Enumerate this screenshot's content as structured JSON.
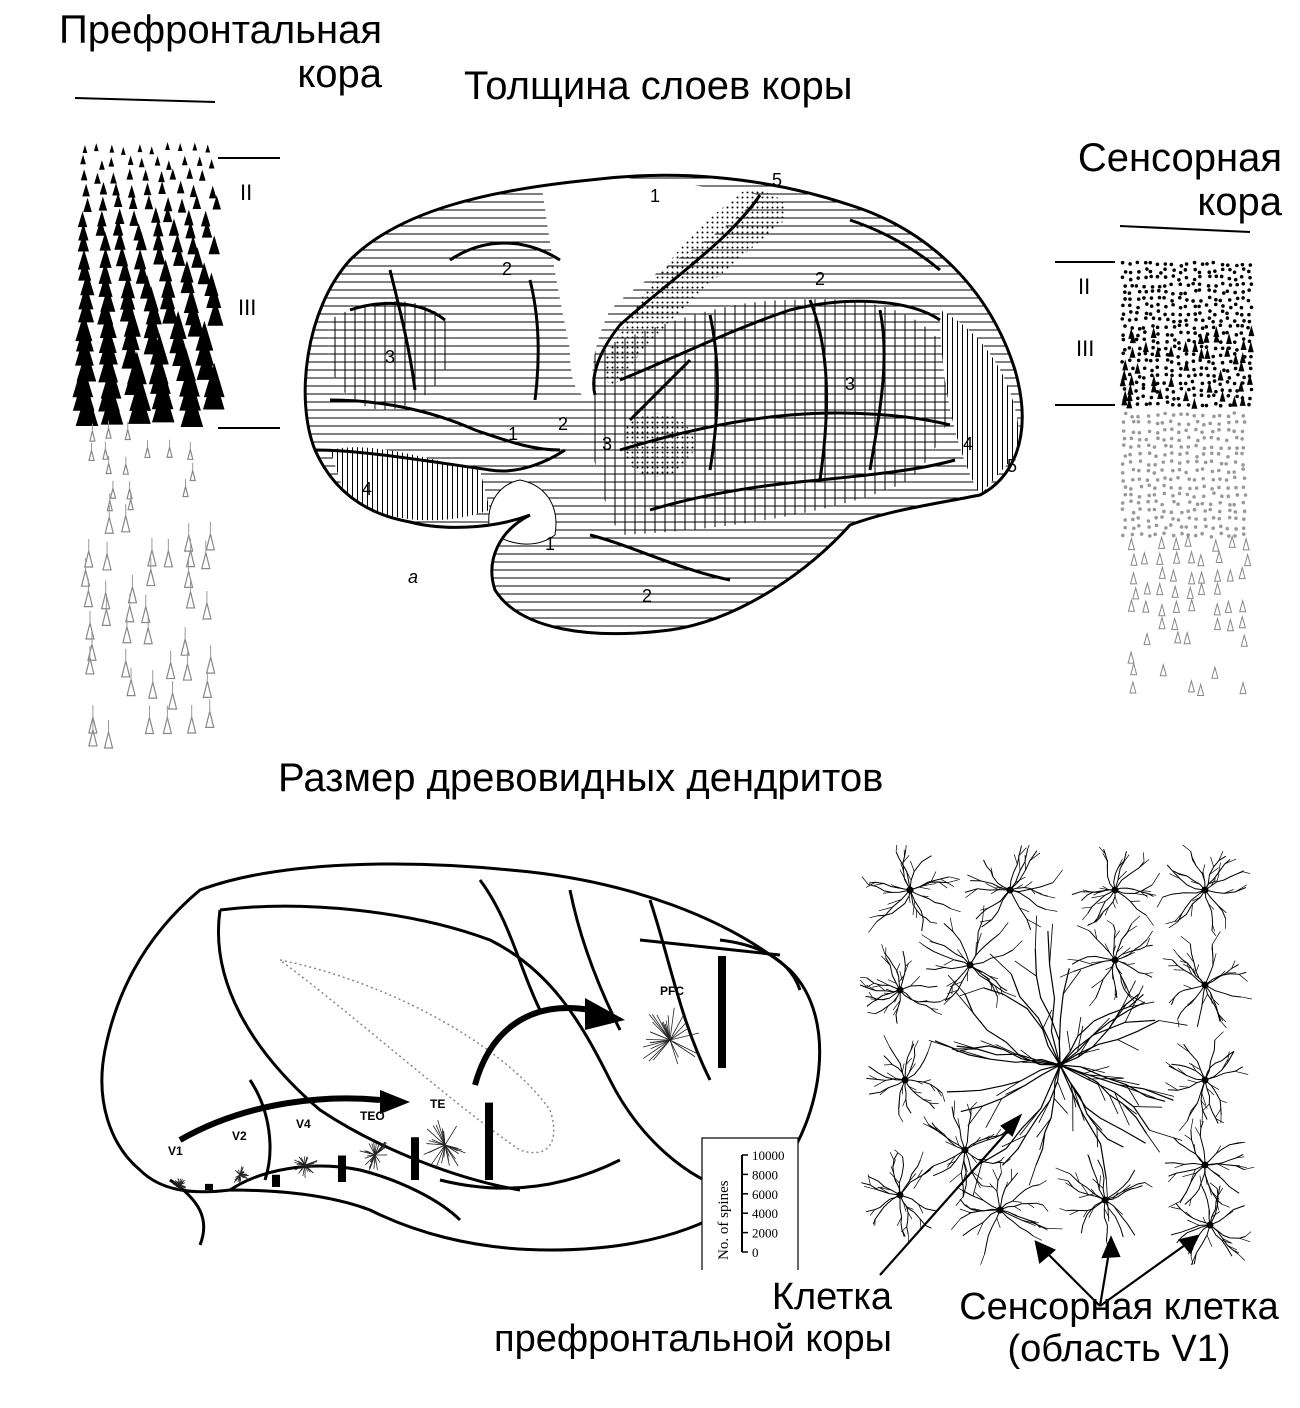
{
  "titles": {
    "thickness": "Толщина слоев коры",
    "dendrites": "Размер древовидных дендритов"
  },
  "labels": {
    "prefrontal_line1": "Префронтальная",
    "prefrontal_line2": "кора",
    "sensory_line1": "Сенсорная",
    "sensory_line2": "кора",
    "pfc_cell_line1": "Клетка",
    "pfc_cell_line2": "префронтальной коры",
    "sensory_cell_line1": "Сенсорная клетка",
    "sensory_cell_line2": "(область V1)"
  },
  "layers": {
    "prefrontal": [
      "II",
      "III"
    ],
    "sensory": [
      "II",
      "III"
    ]
  },
  "brain_regions": [
    "1",
    "2",
    "3",
    "4",
    "5",
    "a"
  ],
  "monkey_areas": [
    {
      "name": "V1",
      "spines": 600
    },
    {
      "name": "V2",
      "spines": 1200
    },
    {
      "name": "V4",
      "spines": 2600
    },
    {
      "name": "TEO",
      "spines": 4200
    },
    {
      "name": "TE",
      "spines": 7600
    },
    {
      "name": "PFC",
      "spines": 11000
    }
  ],
  "spine_scale": {
    "label": "No. of spines",
    "ticks": [
      "10000",
      "8000",
      "6000",
      "4000",
      "2000",
      "0"
    ]
  }
}
